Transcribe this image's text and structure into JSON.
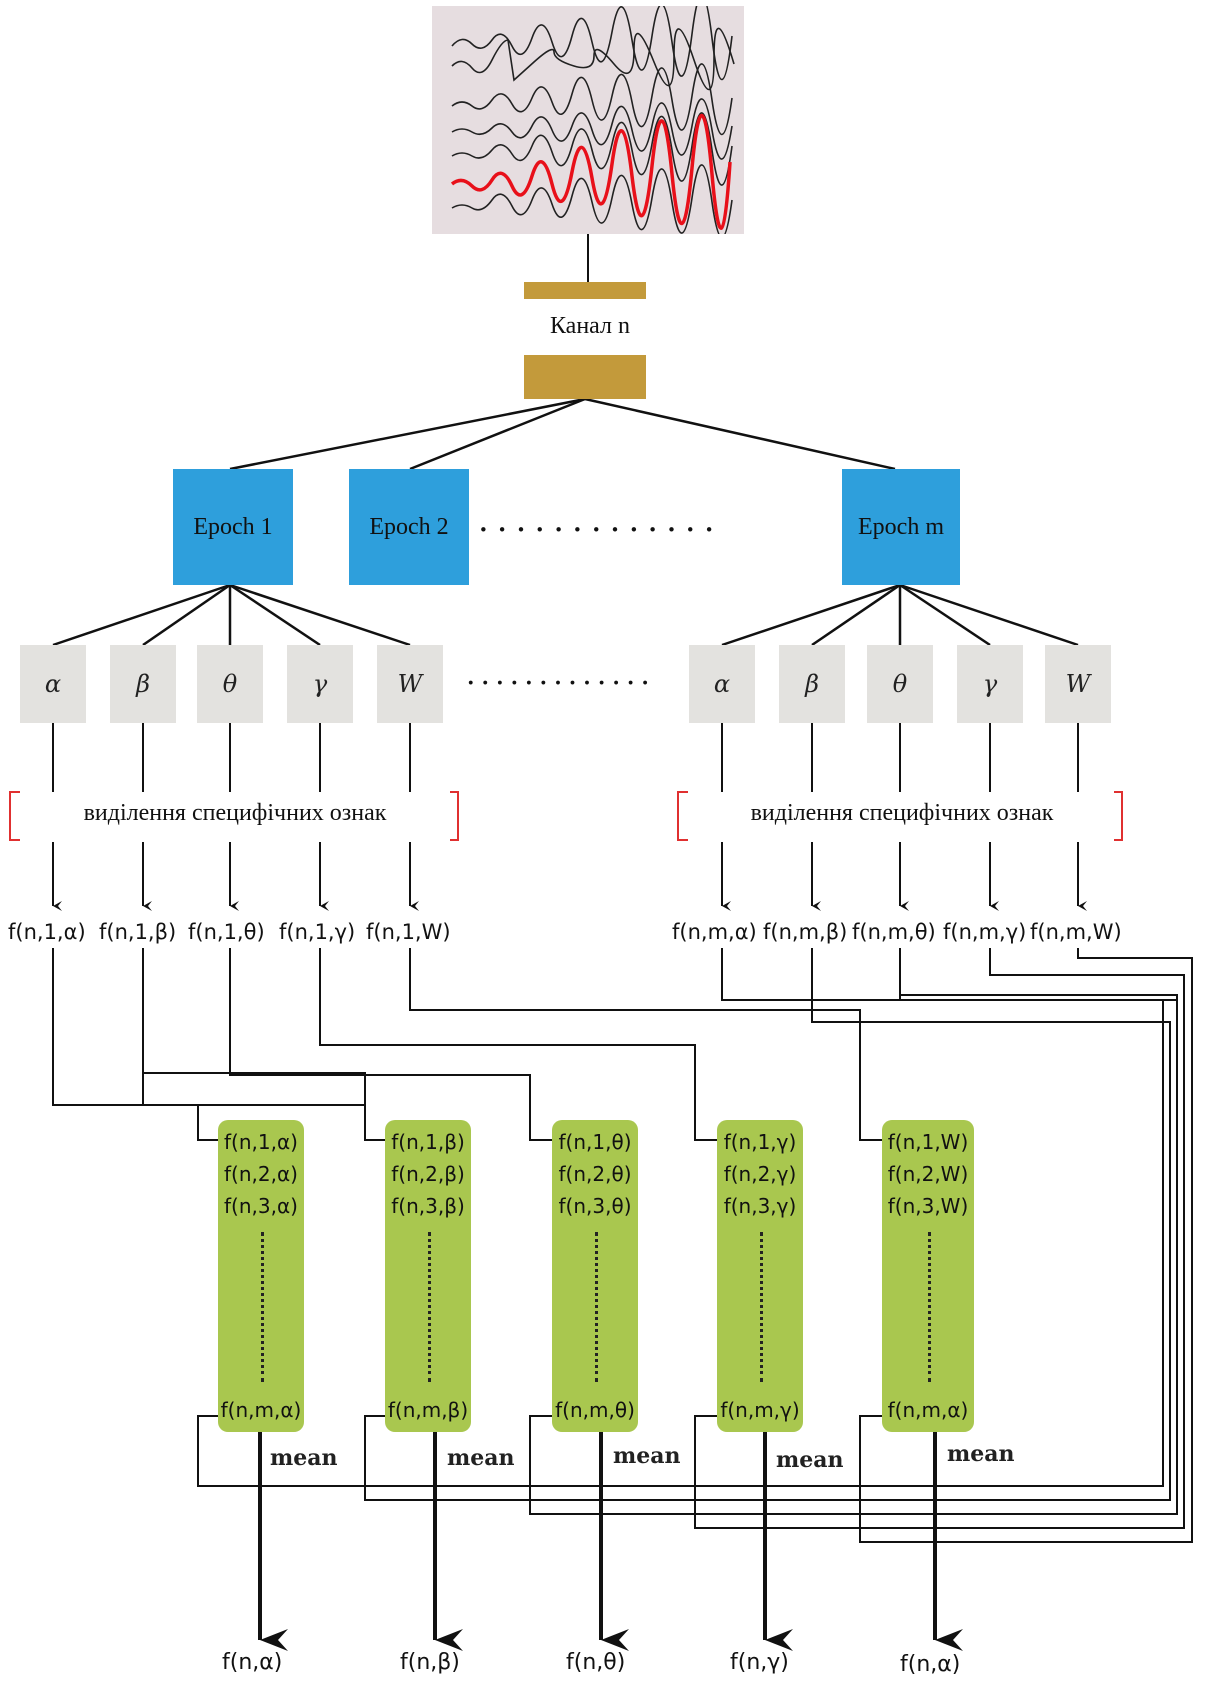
{
  "channel_label": "Канал n",
  "epochs": [
    "Epoch 1",
    "Epoch 2",
    "Epoch  m"
  ],
  "bands": [
    "α",
    "β",
    "θ",
    "γ",
    "W"
  ],
  "feature_extraction_label": "виділення специфічних ознак",
  "epoch1_features": [
    "f(n,1,α)",
    "f(n,1,β)",
    "f(n,1,θ)",
    "f(n,1,γ)",
    "f(n,1,W)"
  ],
  "epochm_features": [
    "f(n,m,α)",
    "f(n,m,β)",
    "f(n,m,θ)",
    "f(n,m,γ)",
    "f(n,m,W)"
  ],
  "collections": [
    {
      "rows": [
        "f(n,1,α)",
        "f(n,2,α)",
        "f(n,3,α)"
      ],
      "last": "f(n,m,α)"
    },
    {
      "rows": [
        "f(n,1,β)",
        "f(n,2,β)",
        "f(n,3,β)"
      ],
      "last": "f(n,m,β)"
    },
    {
      "rows": [
        "f(n,1,θ)",
        "f(n,2,θ)",
        "f(n,3,θ)"
      ],
      "last": "f(n,m,θ)"
    },
    {
      "rows": [
        "f(n,1,γ)",
        "f(n,2,γ)",
        "f(n,3,γ)"
      ],
      "last": "f(n,m,γ)"
    },
    {
      "rows": [
        "f(n,1,W)",
        "f(n,2,W)",
        "f(n,3,W)"
      ],
      "last": "f(n,m,α)"
    }
  ],
  "mean_label": "mean",
  "results": [
    "f(n,α)",
    "f(n,β)",
    "f(n,θ)",
    "f(n,γ)",
    "f(n,α)"
  ],
  "colors": {
    "eeg_highlight": "#e8101a",
    "epoch": "#2e9fdc",
    "band_box": "#e3e2df",
    "collection": "#a9c74f",
    "channel_bar": "#c39a3b",
    "bracket": "#e03030"
  }
}
